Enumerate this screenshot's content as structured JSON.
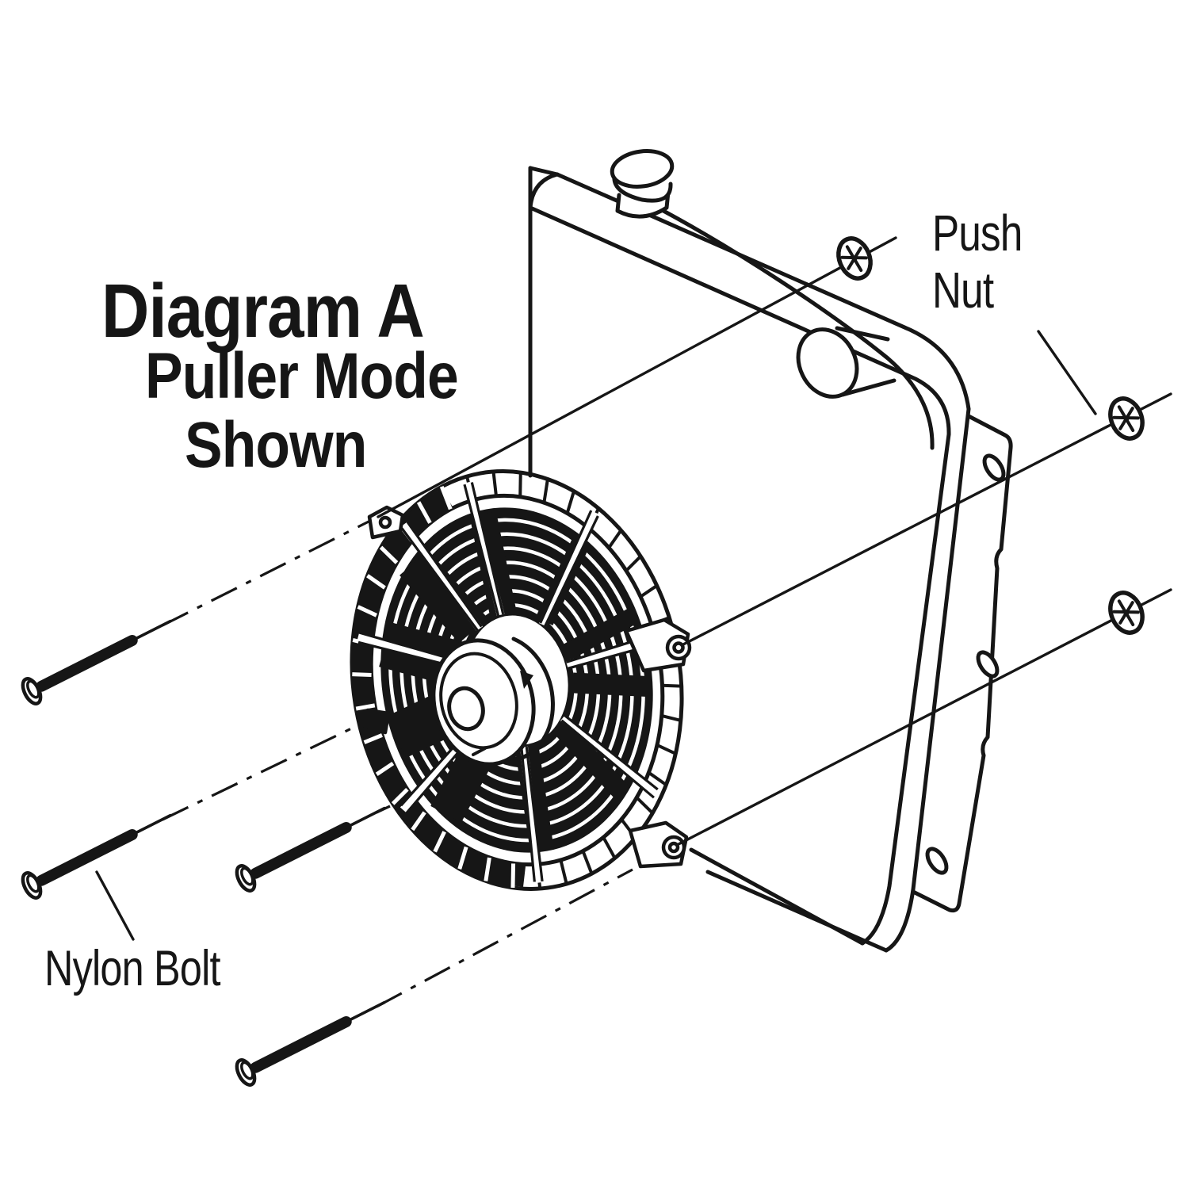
{
  "canvas": {
    "background_color": "#ffffff",
    "ink_color": "#161616"
  },
  "title": {
    "line1": "Diagram A",
    "line2": "Puller Mode",
    "line3": "Shown"
  },
  "callouts": {
    "push_nut_line1": "Push",
    "push_nut_line2": "Nut",
    "nylon_bolt": "Nylon Bolt"
  },
  "parts": {
    "radiator": "radiator-isometric-outline",
    "radiator_cap": "filler-cap-icon",
    "radiator_inlet": "inlet-tube-icon",
    "mounting_flange": "side-flange-with-slots",
    "fan": "electric-puller-fan-icon",
    "fan_hub": "fan-motor-hub-icon",
    "nylon_bolt_count": 4,
    "push_nut_count": 3
  }
}
